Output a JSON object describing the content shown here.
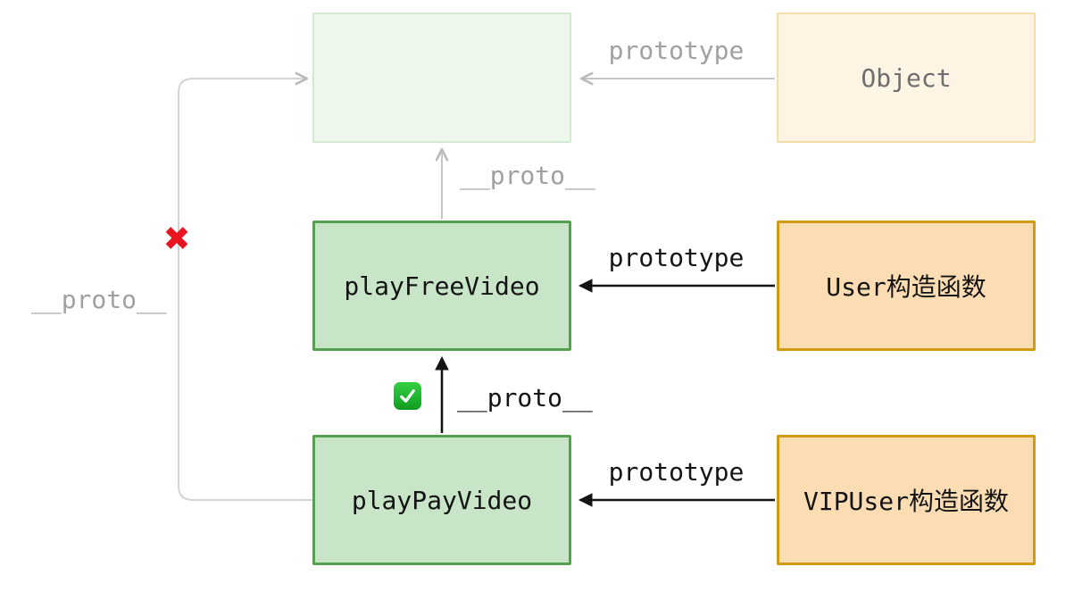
{
  "colors": {
    "green_fill": "#c9e5c7",
    "green_border": "#56a053",
    "orange_fill": "#fcdcb2",
    "orange_border": "#d1990f",
    "faded_green_fill": "#edf7ec",
    "faded_green_border": "#d4e9d2",
    "faded_orange_fill": "#fdf4e4",
    "faded_orange_border": "#f3dca6",
    "arrow_gray": "#c6c6c6",
    "label_gray": "#a0a0a0",
    "text_dark": "#141414",
    "object_text": "#6e6e6e",
    "cross_red": "#e81420",
    "check_green": "#1db32f"
  },
  "diagram": {
    "boxes": {
      "object_constructor": {
        "label": "Object"
      },
      "user_prototype": {
        "label": "playFreeVideo"
      },
      "user_constructor": {
        "label": "User构造函数"
      },
      "vip_prototype": {
        "label": "playPayVideo"
      },
      "vip_constructor": {
        "label": "VIPUser构造函数"
      }
    },
    "edge_labels": {
      "object_prototype": "prototype",
      "freevideo_proto": "__proto__",
      "user_prototype": "prototype",
      "payvideo_proto": "__proto__",
      "vip_prototype": "prototype",
      "left_proto": "__proto__"
    },
    "badges": {
      "wrong_mark": "✖"
    }
  }
}
